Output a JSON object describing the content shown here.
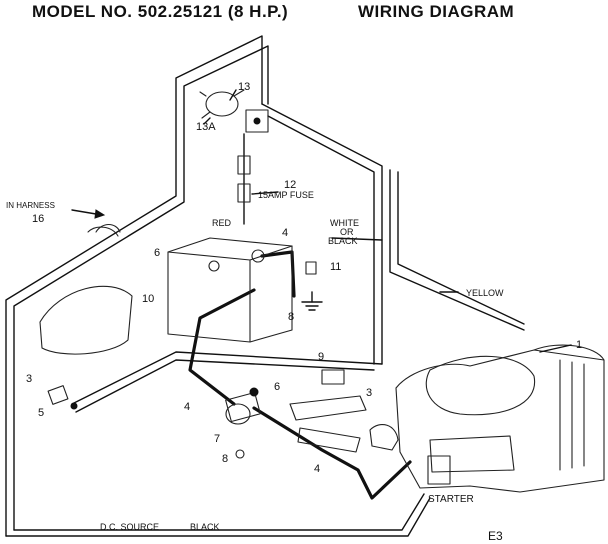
{
  "header": {
    "model": "MODEL NO. 502.25121 (8 H.P.)",
    "diagram": "WIRING DIAGRAM"
  },
  "labels": {
    "harness": "IN HARNESS",
    "harness_num": "16",
    "fuse_num": "12",
    "fuse": "15AMP FUSE",
    "part13": "13",
    "part13a": "13A",
    "red": "RED",
    "white_or_black": [
      "WHITE",
      "OR",
      "BLACK"
    ],
    "part11": "11",
    "part4_top": "4",
    "part6_left": "6",
    "part10": "10",
    "part8_top": "8",
    "yellow": "YELLOW",
    "part1": "1",
    "part9": "9",
    "part3_right": "3",
    "part6_mid": "6",
    "part3_left": "3",
    "part5": "5",
    "part4_mid": "4",
    "part7": "7",
    "part8_bottom": "8",
    "part4_bottom": "4",
    "starter": "STARTER",
    "dc_source": "D.C. SOURCE",
    "black": "BLACK",
    "page_code": "E3"
  }
}
